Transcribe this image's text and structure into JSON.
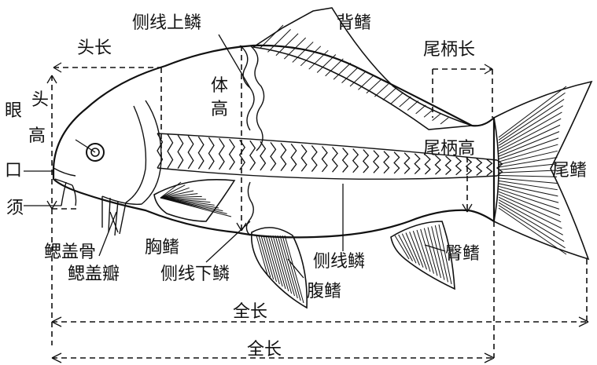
{
  "labels": {
    "head_length": "头长",
    "lateral_line_upper_scales": "侧线上鳞",
    "dorsal_fin": "背鳍",
    "caudal_peduncle_length": "尾柄长",
    "eye": "眼",
    "head_height_1": "头",
    "head_height_2": "高",
    "body_height_1": "体",
    "body_height_2": "高",
    "mouth": "口",
    "barbel": "须",
    "caudal_peduncle_height": "尾柄高",
    "caudal_fin": "尾鳍",
    "opercular_bone": "鳃盖骨",
    "pectoral_fin": "胸鳍",
    "opercular_flap": "鳃盖瓣",
    "lateral_line_lower_scales": "侧线下鳞",
    "lateral_line_scales": "侧线鳞",
    "anal_fin": "臀鳍",
    "pelvic_fin": "腹鳍",
    "full_length_upper": "全长",
    "full_length_lower": "全长"
  }
}
